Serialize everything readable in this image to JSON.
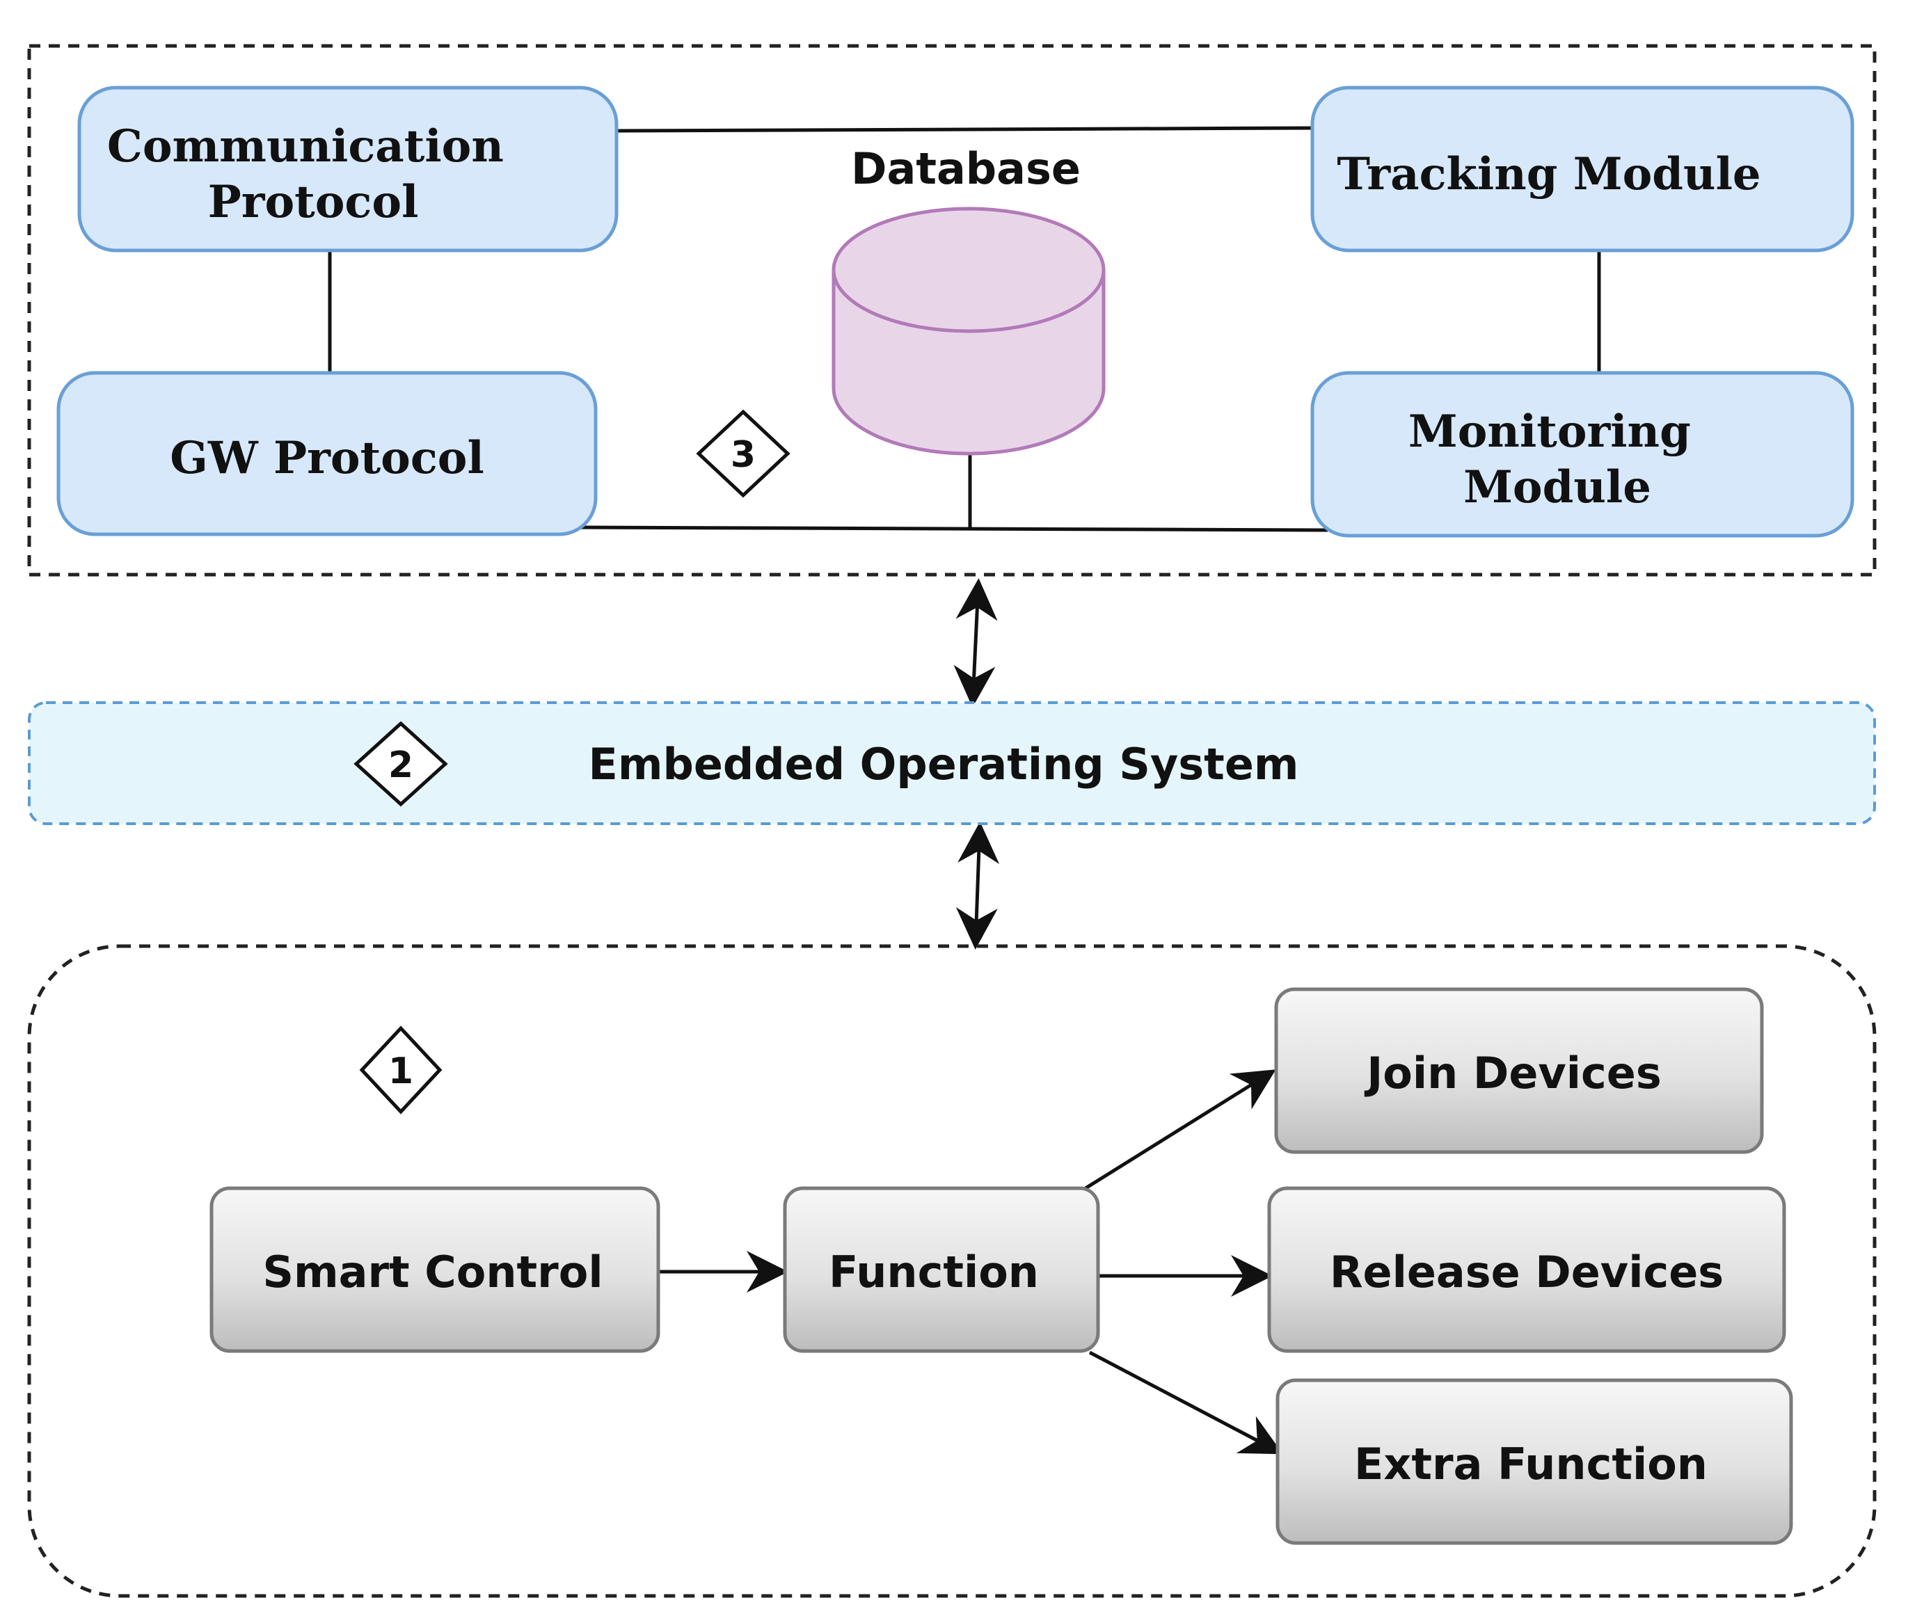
{
  "layer3": {
    "badge": "3",
    "communication_protocol": [
      "Communication",
      "Protocol"
    ],
    "gw_protocol": "GW Protocol",
    "database": "Database",
    "tracking_module": "Tracking Module",
    "monitoring_module": [
      "Monitoring",
      "Module"
    ]
  },
  "layer2": {
    "badge": "2",
    "title": "Embedded Operating System"
  },
  "layer1": {
    "badge": "1",
    "smart_control": "Smart Control",
    "function": "Function",
    "join_devices": "Join Devices",
    "release_devices": "Release Devices",
    "extra_function": "Extra Function"
  },
  "colors": {
    "blue_box_fill": "#d6e8fa",
    "blue_box_stroke": "#6a9fd6",
    "database_fill": "#e8d6e8",
    "database_stroke": "#b27ab8",
    "os_band_fill": "#e4f6fb",
    "os_band_stroke": "#5b9bd5",
    "gray_box_top": "#f7f7f7",
    "gray_box_bottom": "#bdbdbd"
  }
}
